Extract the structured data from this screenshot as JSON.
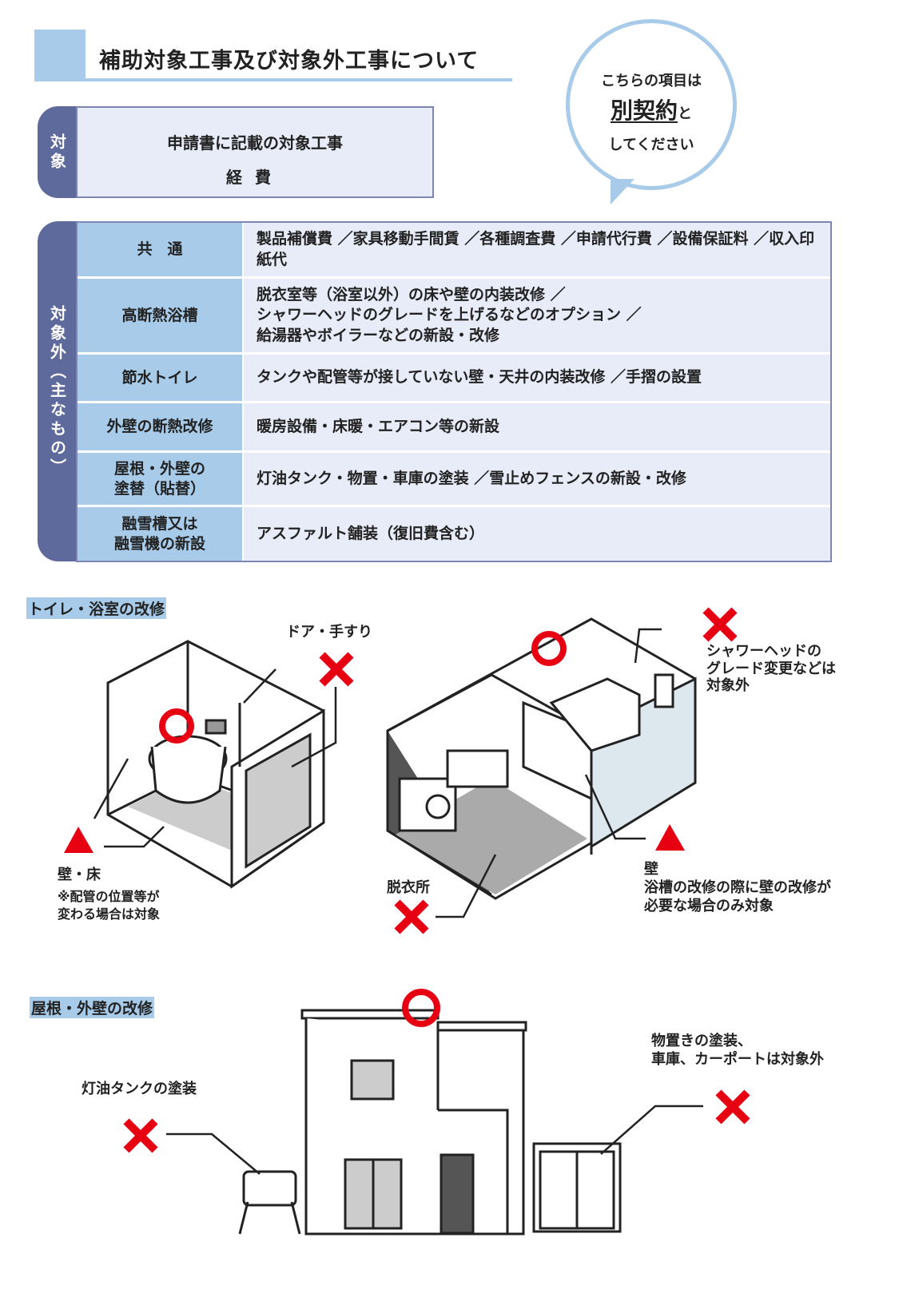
{
  "title": "補助対象工事及び対象外工事について",
  "bubble": {
    "line1": "こちらの項目は",
    "emphasis": "別契約",
    "suffix": "と",
    "line3": "してください"
  },
  "target": {
    "tab": "対象",
    "items": [
      "申請書に記載の対象工事",
      "経費"
    ]
  },
  "excluded": {
    "tab": "対象外（主なもの）",
    "rows": [
      {
        "category": "共　通",
        "items": "製品補償費 ／家具移動手間賃 ／各種調査費 ／申請代行費 ／設備保証料 ／収入印紙代"
      },
      {
        "category": "高断熱浴槽",
        "items": "脱衣室等（浴室以外）の床や壁の内装改修 ／\nシャワーヘッドのグレードを上げるなどのオプション ／\n給湯器やボイラーなどの新設・改修"
      },
      {
        "category": "節水トイレ",
        "items": "タンクや配管等が接していない壁・天井の内装改修 ／手摺の設置"
      },
      {
        "category": "外壁の断熱改修",
        "items": "暖房設備・床暖・エアコン等の新設"
      },
      {
        "category": "屋根・外壁の\n塗替（貼替）",
        "items": "灯油タンク・物置・車庫の塗装 ／雪止めフェンスの新設・改修"
      },
      {
        "category": "融雪槽又は\n融雪機の新設",
        "items": "アスファルト舗装（復旧費含む）"
      }
    ]
  },
  "section_toilet": {
    "title": "トイレ・浴室の改修",
    "door": "ドア・手すり",
    "wall_floor": "壁・床",
    "wall_floor_note": "※配管の位置等が\n変わる場合は対象",
    "dressing": "脱衣所",
    "shower": "シャワーヘッドの\nグレード変更などは\n対象外",
    "bath_wall": "壁",
    "bath_wall_note": "浴槽の改修の際に壁の改修が\n必要な場合のみ対象"
  },
  "section_roof": {
    "title": "屋根・外壁の改修",
    "tank": "灯油タンクの塗装",
    "shed": "物置きの塗装、\n車庫、カーポートは対象外"
  },
  "colors": {
    "accent": "#a7cbe9",
    "tab": "#5e6a9c",
    "mark": "#e60012"
  }
}
